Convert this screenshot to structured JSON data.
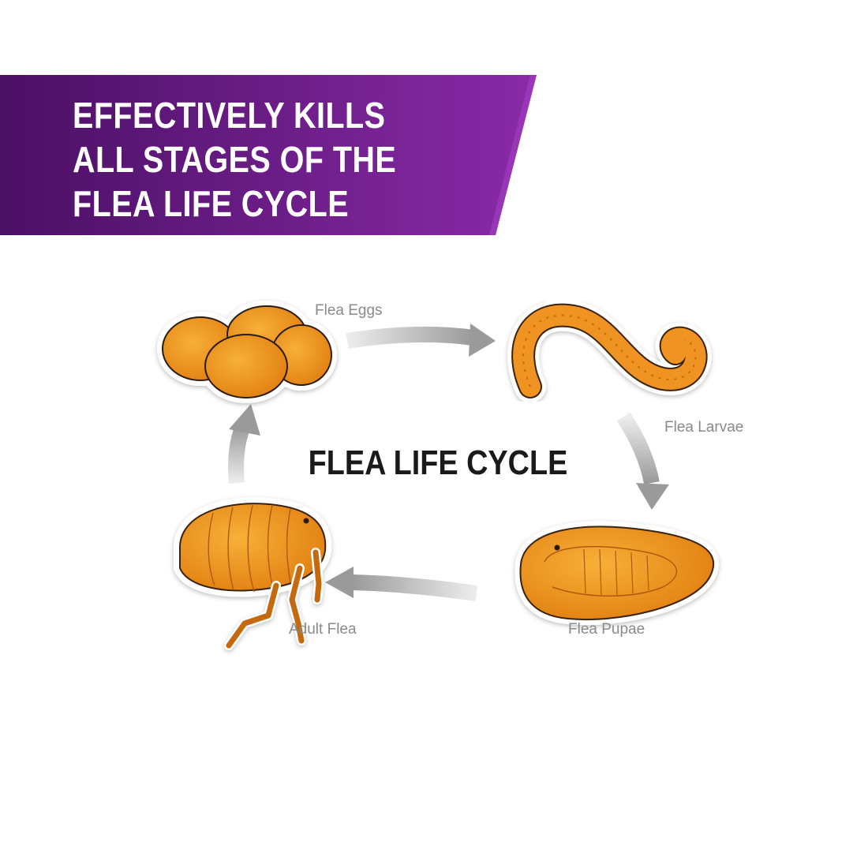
{
  "banner": {
    "lines": [
      "EFFECTIVELY KILLS",
      "ALL STAGES OF THE",
      "FLEA LIFE CYCLE"
    ],
    "color_dark": "#4a1064",
    "color_light": "#8a2aa8"
  },
  "diagram": {
    "title": "FLEA LIFE CYCLE",
    "stages": [
      {
        "label": "Flea Eggs",
        "icon": "flea-eggs-icon"
      },
      {
        "label": "Flea Larvae",
        "icon": "flea-larva-icon"
      },
      {
        "label": "Flea Pupae",
        "icon": "flea-pupa-icon"
      },
      {
        "label": "Adult Flea",
        "icon": "adult-flea-icon"
      }
    ],
    "stage_color": "#f0961a",
    "arrow_color": "#9a9a9a"
  }
}
